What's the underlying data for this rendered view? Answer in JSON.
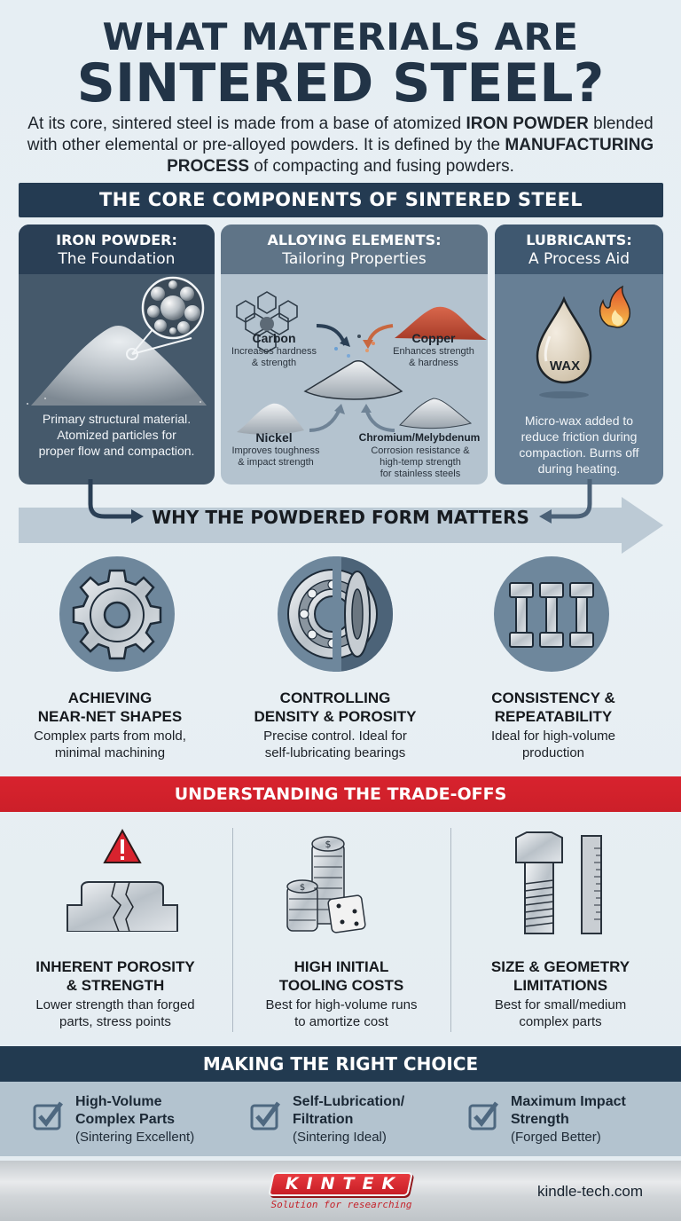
{
  "header": {
    "title_line1": "WHAT MATERIALS ARE",
    "title_line2": "SINTERED STEEL?",
    "intro": {
      "part1": "At its core, sintered steel is made from a base of atomized ",
      "bold1": "IRON POWDER",
      "part2": " blended with other elemental or pre-alloyed powders. It is defined by the ",
      "bold2": "MANUFACTURING PROCESS",
      "part3": " of compacting and fusing powders."
    }
  },
  "core_components": {
    "heading": "THE CORE COMPONENTS OF SINTERED STEEL",
    "iron": {
      "title": "IRON POWDER:",
      "subtitle": "The Foundation",
      "desc_lines": [
        "Primary structural material.",
        "Atomized particles for",
        "proper flow and compaction."
      ]
    },
    "alloy": {
      "title": "ALLOYING ELEMENTS:",
      "subtitle": "Tailoring Properties",
      "elements": [
        {
          "name": "Carbon",
          "desc_lines": [
            "Increases hardness",
            "& strength"
          ],
          "icon": "carbon-lattice-icon"
        },
        {
          "name": "Copper",
          "desc_lines": [
            "Enhances strength",
            "& hardness"
          ],
          "icon": "copper-powder-icon",
          "color": "#c2513a"
        },
        {
          "name": "Nickel",
          "desc_lines": [
            "Improves toughness",
            "& impact strength"
          ],
          "icon": "nickel-powder-icon"
        },
        {
          "name": "Chromium/Melybdenum",
          "desc_lines": [
            "Corrosion resistance &",
            "high-temp strength",
            "for stainless steels"
          ],
          "icon": "chromium-powder-icon"
        }
      ]
    },
    "lubricants": {
      "title": "LUBRICANTS:",
      "subtitle": "A Process Aid",
      "drop_label": "WAX",
      "desc_lines": [
        "Micro-wax added to",
        "reduce friction during",
        "compaction. Burns off",
        "during heating."
      ]
    }
  },
  "why": {
    "heading": "WHY THE POWDERED FORM MATTERS",
    "benefits": [
      {
        "title_lines": [
          "ACHIEVING",
          "NEAR-NET SHAPES"
        ],
        "desc_lines": [
          "Complex parts from mold,",
          "minimal machining"
        ],
        "icon": "gear-icon"
      },
      {
        "title_lines": [
          "CONTROLLING",
          "DENSITY & POROSITY"
        ],
        "desc_lines": [
          "Precise control. Ideal for",
          "self-lubricating bearings"
        ],
        "icon": "bearing-icon"
      },
      {
        "title_lines": [
          "CONSISTENCY &",
          "REPEATABILITY"
        ],
        "desc_lines": [
          "Ideal for high-volume",
          "production"
        ],
        "icon": "bolts-icon"
      }
    ]
  },
  "tradeoffs": {
    "heading": "UNDERSTANDING THE TRADE-OFFS",
    "items": [
      {
        "title_lines": [
          "INHERENT POROSITY",
          "& STRENGTH"
        ],
        "desc_lines": [
          "Lower strength than forged",
          "parts, stress points"
        ],
        "icon": "cracked-part-warning-icon"
      },
      {
        "title_lines": [
          "HIGH INITIAL",
          "TOOLING COSTS"
        ],
        "desc_lines": [
          "Best for high-volume runs",
          "to amortize cost"
        ],
        "icon": "coins-dice-icon"
      },
      {
        "title_lines": [
          "SIZE & GEOMETRY",
          "LIMITATIONS"
        ],
        "desc_lines": [
          "Best for small/medium",
          "complex parts"
        ],
        "icon": "bolt-ruler-icon"
      }
    ]
  },
  "choice": {
    "heading": "MAKING THE RIGHT CHOICE",
    "items": [
      {
        "title_lines": [
          "High-Volume",
          "Complex Parts"
        ],
        "sub": "(Sintering Excellent)"
      },
      {
        "title_lines": [
          "Self-Lubrication/",
          "Filtration"
        ],
        "sub": "(Sintering Ideal)"
      },
      {
        "title_lines": [
          "Maximum Impact",
          "Strength"
        ],
        "sub": "(Forged Better)"
      }
    ]
  },
  "footer": {
    "brand": "KINTEK",
    "tagline": "Solution for researching",
    "website": "kindle-tech.com"
  },
  "colors": {
    "navy": "#243b52",
    "red": "#d8232e",
    "steel_blue": "#6e879c",
    "background": "#e6eef3"
  }
}
